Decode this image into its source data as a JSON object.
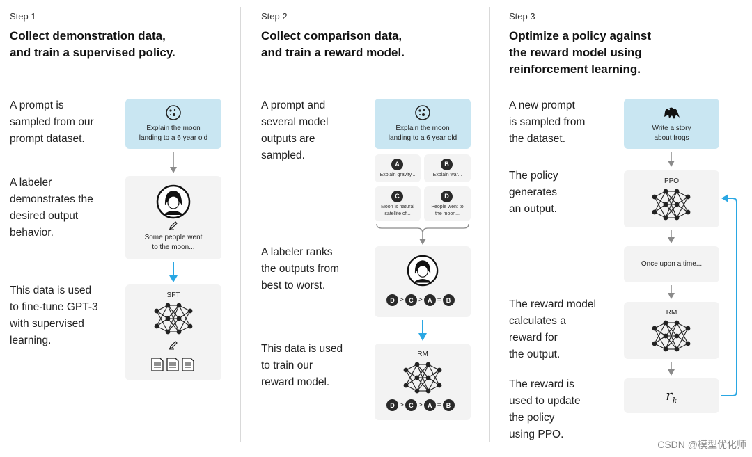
{
  "step1": {
    "label": "Step 1",
    "title_line1": "Collect demonstration data,",
    "title_line2": "and train a supervised policy.",
    "desc1": [
      "A prompt is",
      "sampled from our",
      "prompt dataset."
    ],
    "desc2": [
      "A labeler",
      "demonstrates the",
      "desired output",
      "behavior."
    ],
    "desc3": [
      "This data is used",
      "to fine-tune GPT-3",
      "with supervised",
      "learning."
    ],
    "prompt_text": [
      "Explain the moon",
      "landing to a 6 year old"
    ],
    "labeler_output": [
      "Some people went",
      "to the moon..."
    ],
    "model_label": "SFT"
  },
  "step2": {
    "label": "Step 2",
    "title_line1": "Collect comparison data,",
    "title_line2": "and train a reward model.",
    "desc1": [
      "A prompt and",
      "several model",
      "outputs are",
      "sampled."
    ],
    "desc2": [
      "A labeler ranks",
      "the outputs from",
      "best to worst."
    ],
    "desc3": [
      "This data is used",
      "to train our",
      "reward model."
    ],
    "prompt_text": [
      "Explain the moon",
      "landing to a 6 year old"
    ],
    "outputs": [
      {
        "letter": "A",
        "text": [
          "Explain gravity..."
        ]
      },
      {
        "letter": "B",
        "text": [
          "Explain war..."
        ]
      },
      {
        "letter": "C",
        "text": [
          "Moon is natural",
          "satellite of..."
        ]
      },
      {
        "letter": "D",
        "text": [
          "People went to",
          "the moon..."
        ]
      }
    ],
    "ranking": [
      "D",
      ">",
      "C",
      ">",
      "A",
      "=",
      "B"
    ],
    "model_label": "RM"
  },
  "step3": {
    "label": "Step 3",
    "title_line1": "Optimize a policy against",
    "title_line2": "the reward model using",
    "title_line3": "reinforcement learning.",
    "desc1": [
      "A new prompt",
      "is sampled from",
      "the dataset."
    ],
    "desc2": [
      "The policy",
      "generates",
      "an output."
    ],
    "desc3": [
      "The reward model",
      "calculates a",
      "reward for",
      "the output."
    ],
    "desc4": [
      "The reward is",
      "used to update",
      "the policy",
      "using PPO."
    ],
    "prompt_text": [
      "Write a story",
      "about frogs"
    ],
    "policy_label": "PPO",
    "output_text": "Once upon a time...",
    "rm_label": "RM",
    "reward_symbol": "r",
    "reward_sub": "k"
  },
  "watermark": "CSDN @模型优化师",
  "colors": {
    "prompt_bg": "#c9e6f2",
    "card_bg": "#f3f3f3",
    "arrow_gray": "#8a8a8a",
    "arrow_blue": "#2aa7e3"
  }
}
